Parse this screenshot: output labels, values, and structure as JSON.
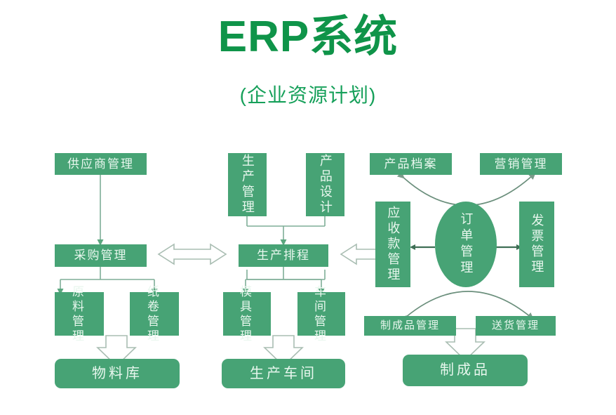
{
  "header": {
    "title": "ERP系统",
    "subtitle": "(企业资源计划)"
  },
  "colors": {
    "title_green": "#0f9449",
    "box_green": "#47a375",
    "box_text": "#e8f7ee",
    "wire": "#7fae97"
  },
  "columns": {
    "procurement": {
      "supplier": "供应商管理",
      "purchase": "采购管理",
      "raw_material": "原料管理",
      "paper_roll": "纸卷管理",
      "warehouse": "物料库"
    },
    "production": {
      "production_mgmt": "生产管理",
      "product_design": "产品设计",
      "scheduling": "生产排程",
      "mold": "模具管理",
      "workshop": "车间管理",
      "prod_workshop": "生产车间"
    },
    "sales": {
      "product_archive": "产品档案",
      "marketing": "营销管理",
      "receivables": "应收款管理",
      "order_mgmt": "订单管理",
      "invoice": "发票管理",
      "finished_mgmt": "制成品管理",
      "delivery": "送货管理",
      "finished_goods": "制成品"
    }
  },
  "connectors": {
    "purchase_to_scheduling": "double-arrow-icon",
    "scheduling_to_receivables": "double-arrow-icon",
    "order_to_receivables": "left-arrow-icon",
    "order_to_invoice": "right-arrow-icon",
    "order_to_archive_marketing": "curved-double-arrow-icon",
    "order_to_finished_delivery": "curved-double-arrow-icon",
    "material_to_warehouse": "hollow-down-arrow-icon",
    "tooling_to_workshop": "hollow-down-arrow-icon",
    "finished_to_goods": "hollow-down-arrow-icon",
    "supplier_to_purchase": "down-arrow-icon"
  }
}
